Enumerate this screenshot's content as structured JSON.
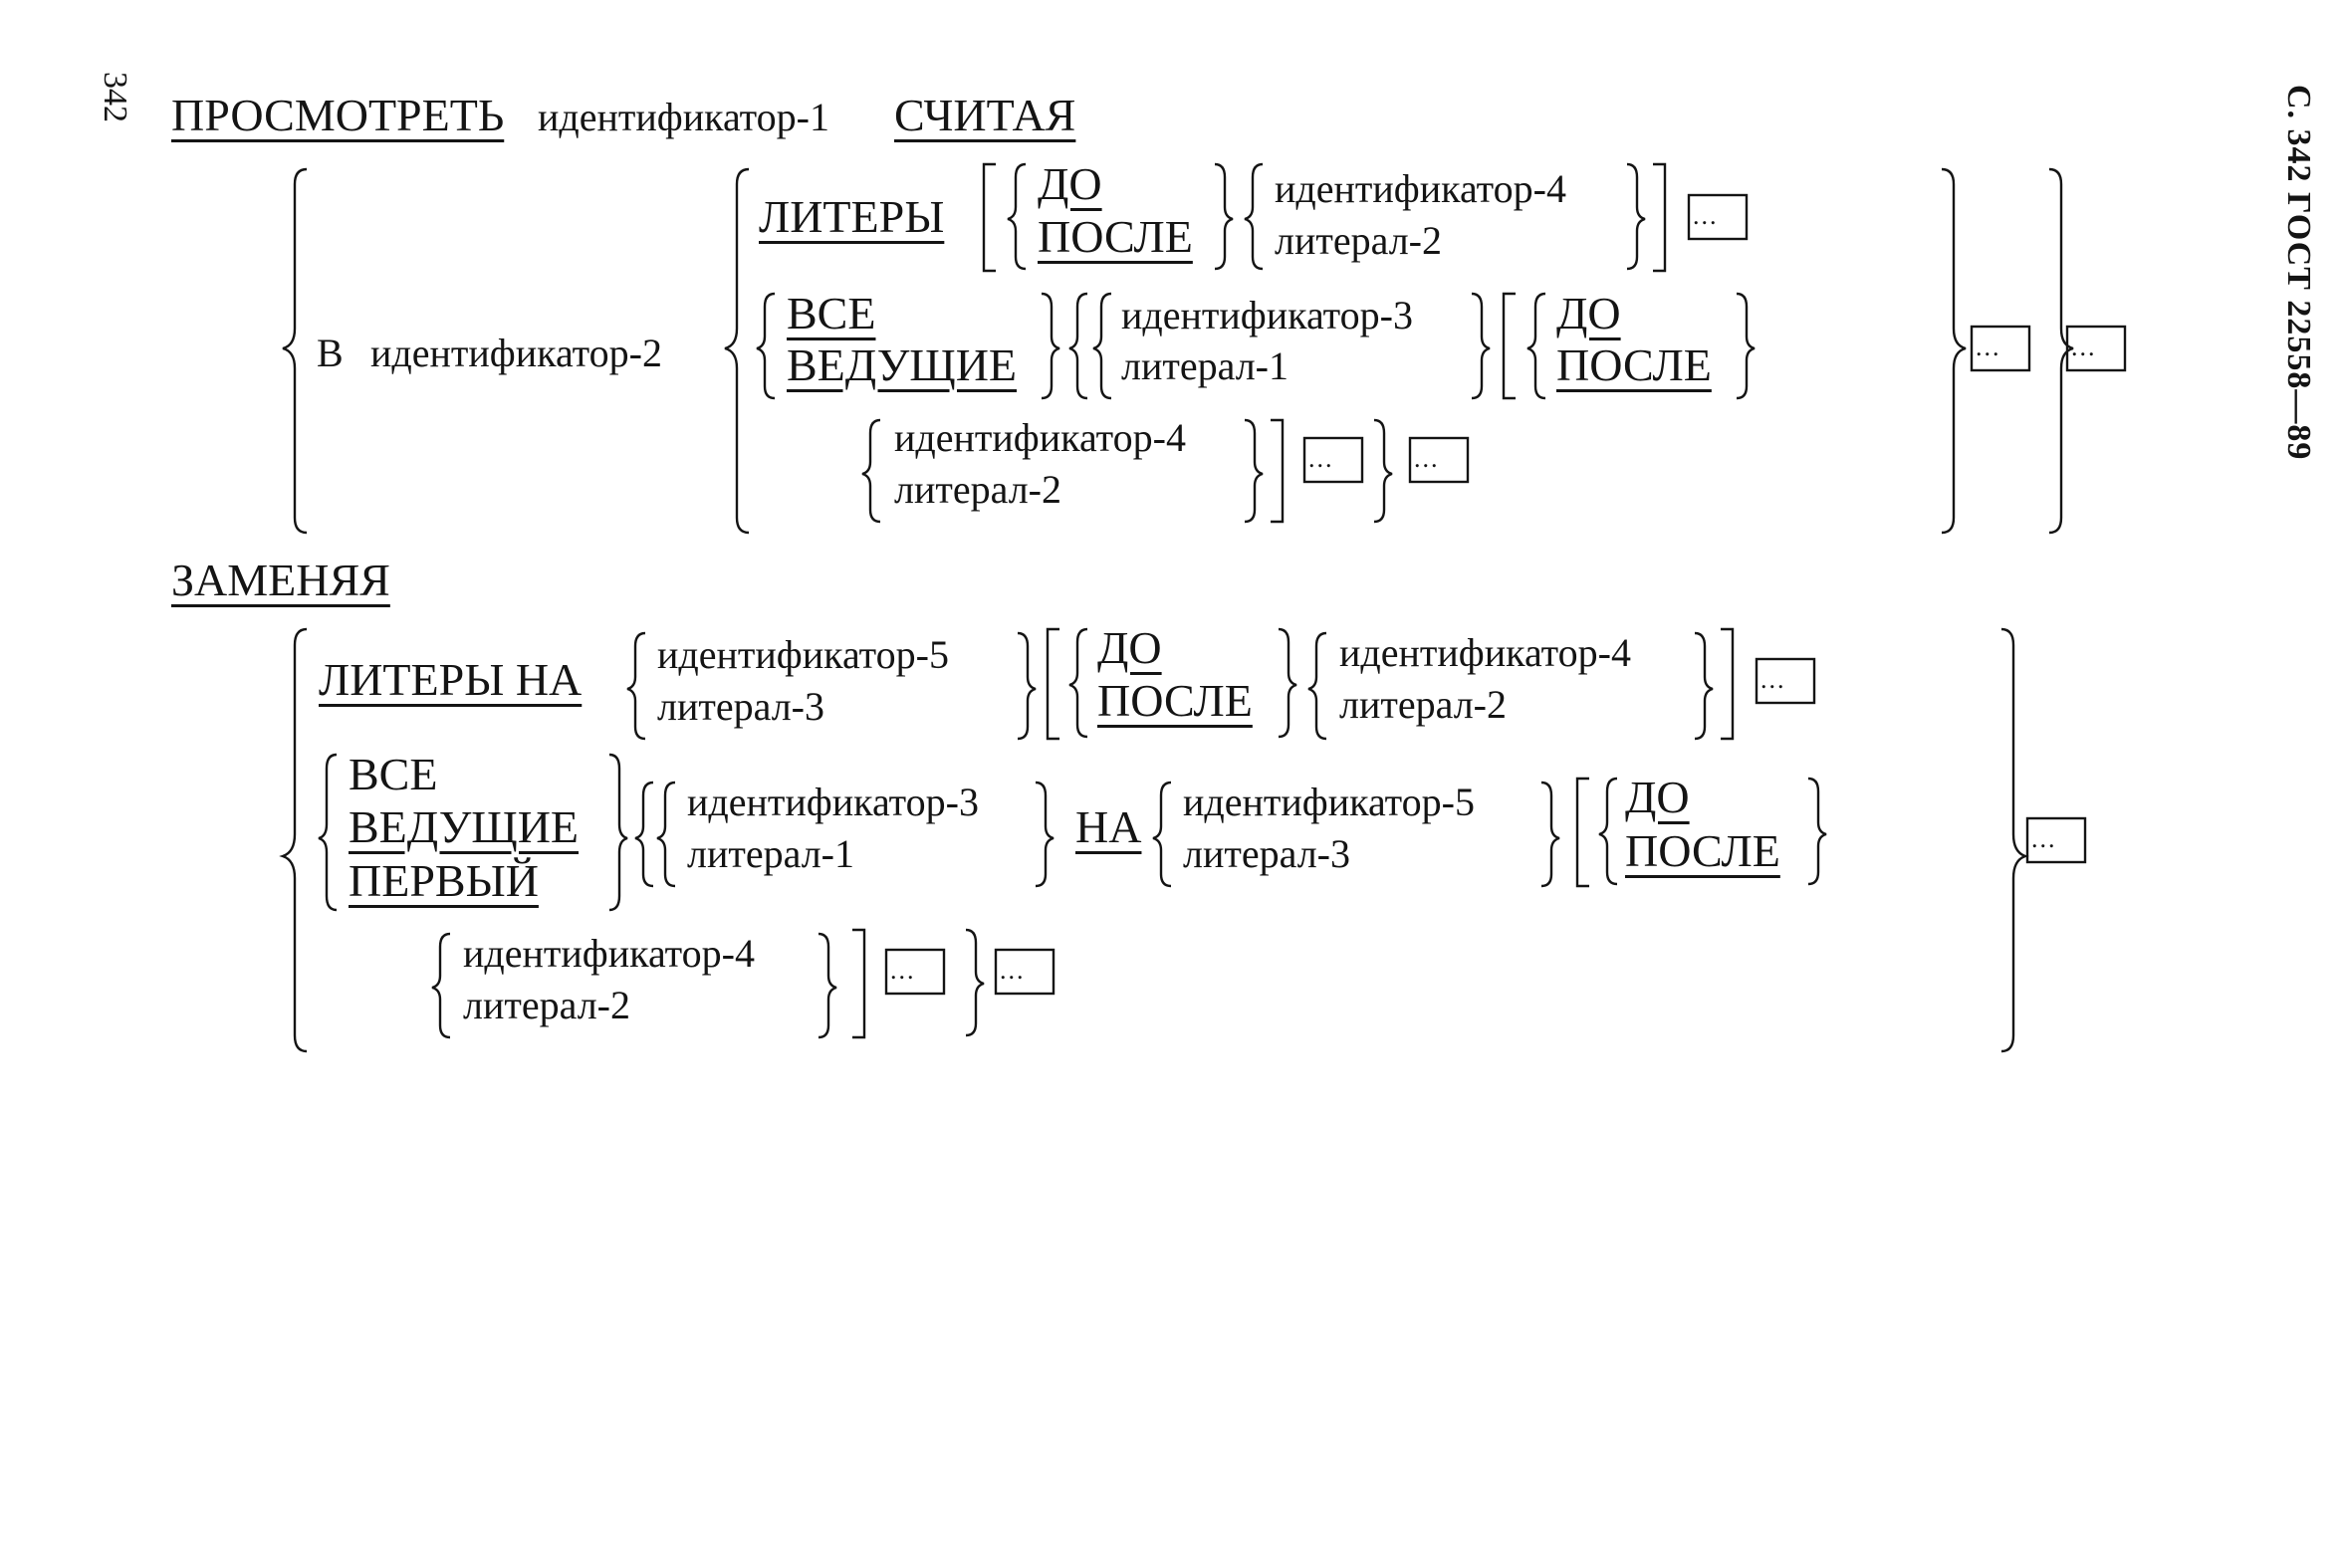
{
  "header": {
    "page_number": "342",
    "running_title": "С. 342 ГОСТ 22558—89"
  },
  "syntax": {
    "inspect": "ПРОСМОТРЕТЬ",
    "identifier_1": "идентификатор-1",
    "tallying": "СЧИТАЯ",
    "in": "В",
    "identifier_2": "идентификатор-2",
    "characters": "ЛИТЕРЫ",
    "before": "ДО",
    "after": "ПОСЛЕ",
    "identifier_3": "идентификатор-3",
    "identifier_4": "идентификатор-4",
    "identifier_5": "идентификатор-5",
    "literal_1": "литерал-1",
    "literal_2": "литерал-2",
    "literal_3": "литерал-3",
    "all": "ВСЕ",
    "leading": "ВЕДУЩИЕ",
    "first": "ПЕРВЫЙ",
    "replacing": "ЗАМЕНЯЯ",
    "characters_by": "ЛИТЕРЫ НА",
    "by": "НА",
    "ellipsis": "..."
  }
}
